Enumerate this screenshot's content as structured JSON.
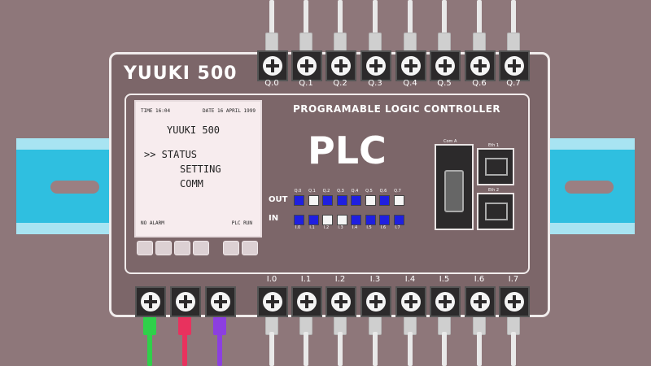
{
  "device": {
    "brand": "YUUKI 500",
    "subtitle": "PROGRAMABLE LOGIC CONTROLLER",
    "logo": "PLC"
  },
  "lcd": {
    "time": "TIME 16:04",
    "date": "DATE 16 APRIL 1999",
    "title": "YUUKI 500",
    "menu": [
      ">> STATUS",
      "SETTING",
      "COMM"
    ],
    "status_left": "NO ALARM",
    "status_right": "PLC RUN"
  },
  "outputs": {
    "labels": [
      "Q.0",
      "Q.1",
      "Q.2",
      "Q.3",
      "Q.4",
      "Q.5",
      "Q.6",
      "Q.7"
    ],
    "led_states": [
      true,
      false,
      true,
      true,
      true,
      false,
      true,
      false
    ]
  },
  "inputs": {
    "labels": [
      "I.0",
      "I.1",
      "I.2",
      "I.3",
      "I.4",
      "I.5",
      "I.6",
      "I.7"
    ],
    "led_states": [
      true,
      true,
      false,
      false,
      true,
      true,
      true,
      true
    ]
  },
  "io_rows": {
    "out_label": "OUT",
    "in_label": "IN"
  },
  "ports": {
    "com": "Com A",
    "eth1": "Eth 1",
    "eth2": "Eth 2"
  },
  "power_wire_colors": [
    "#2fd04a",
    "#e8325e",
    "#8c3fe0"
  ],
  "colors": {
    "led_on": "#1f1fe0",
    "led_off": "#f5f5f5",
    "rail": "#2fbfe0",
    "background": "#8e777a"
  }
}
